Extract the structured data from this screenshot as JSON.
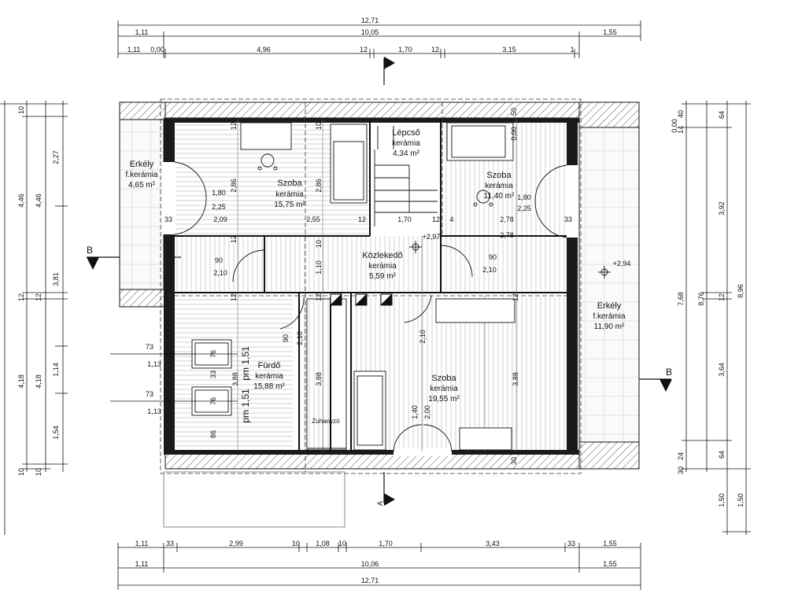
{
  "dimensions": {
    "top_total": "12,71",
    "top_row2": [
      "1,11",
      "10,05",
      "1,55"
    ],
    "top_row3": [
      "1,11",
      "0,00",
      "4,96",
      "12",
      "1,70",
      "12",
      "3,15",
      "1"
    ],
    "bottom_row1": [
      "1,11",
      "33",
      "2,99",
      "10",
      "1,08",
      "10",
      "1,70",
      "3,43",
      "33",
      "1,55"
    ],
    "bottom_row2": [
      "1,11",
      "10,06",
      "1,55"
    ],
    "bottom_total": "12,71",
    "left_col1": [
      "4,46",
      "3,81",
      "4,18",
      "10"
    ],
    "left_col2": [
      "10",
      "4,46",
      "12",
      "4,18",
      "10"
    ],
    "left_col3": [
      "2,27",
      "12",
      "1,14",
      "1,54"
    ],
    "right_col1": [
      "0,00",
      "14",
      "40",
      "7,68",
      "30",
      "24"
    ],
    "right_col2": [
      "64",
      "3,92",
      "12",
      "3,64",
      "64",
      "1,50"
    ],
    "right_col3": [
      "8,76",
      "8,96",
      "1,50"
    ],
    "inner": {
      "erkely_left_door": "1,80",
      "erkely_left_door2": "2,25",
      "d33_left": "33",
      "d209": "2,09",
      "d286a": "2,86",
      "d286b": "2,86",
      "d255": "2,55",
      "d12a": "12",
      "d170": "1,70",
      "d12b": "12",
      "d4": "4",
      "d278a": "2,78",
      "d278b": "2,78",
      "d33_right": "33",
      "d180r": "1,80",
      "d225r": "2,25",
      "d090l": "90",
      "d210l": "2,10",
      "d110": "1,10",
      "d090r": "90",
      "d210r": "2,10",
      "d090c": "90",
      "d210c": "2,10",
      "d210b": "2,10",
      "d388a": "3,88",
      "d388b": "3,88",
      "d388c": "3,88",
      "d140": "1,40",
      "d200": "2,00",
      "d76a": "76",
      "d76b": "76",
      "d86": "86",
      "d33b": "33",
      "d73a": "73",
      "d113a": "1,13",
      "d73b": "73",
      "d113b": "1,13",
      "pm1": "pm 1,51",
      "pm2": "pm 1,51",
      "d12s": [
        "12",
        "12",
        "12",
        "12",
        "12",
        "10",
        "10"
      ],
      "d297": "+2,97",
      "d294": "+2,94",
      "d000": "0,00",
      "d050": "50",
      "d30": "30"
    }
  },
  "rooms": {
    "erkely_left": {
      "name": "Erkély",
      "floor": "f.kerámia",
      "area": "4,65 m²"
    },
    "szoba_nw": {
      "name": "Szoba",
      "floor": "kerámia",
      "area": "15,75 m²"
    },
    "lepcso": {
      "name": "Lépcső",
      "floor": "kerámia",
      "area": "4,34 m²"
    },
    "szoba_ne": {
      "name": "Szoba",
      "floor": "kerámia",
      "area": "11,40 m²"
    },
    "kozlekedo": {
      "name": "Közlekedő",
      "floor": "kerámia",
      "area": "5,59 m²"
    },
    "furdo": {
      "name": "Fürdő",
      "floor": "kerámia",
      "area": "15,88 m²"
    },
    "szoba_se": {
      "name": "Szoba",
      "floor": "kerámia",
      "area": "19,55 m²"
    },
    "erkely_right": {
      "name": "Erkély",
      "floor": "f.kerámia",
      "area": "11,90 m²"
    },
    "zuhanyzo": "Zuhanyzó"
  },
  "section_marks": {
    "b_left": "B",
    "b_right": "B",
    "a": "A"
  },
  "colors": {
    "line": "#111111",
    "hatch": "#555555",
    "dash": "#333333",
    "floor_stripe": "#bdbdbd"
  }
}
